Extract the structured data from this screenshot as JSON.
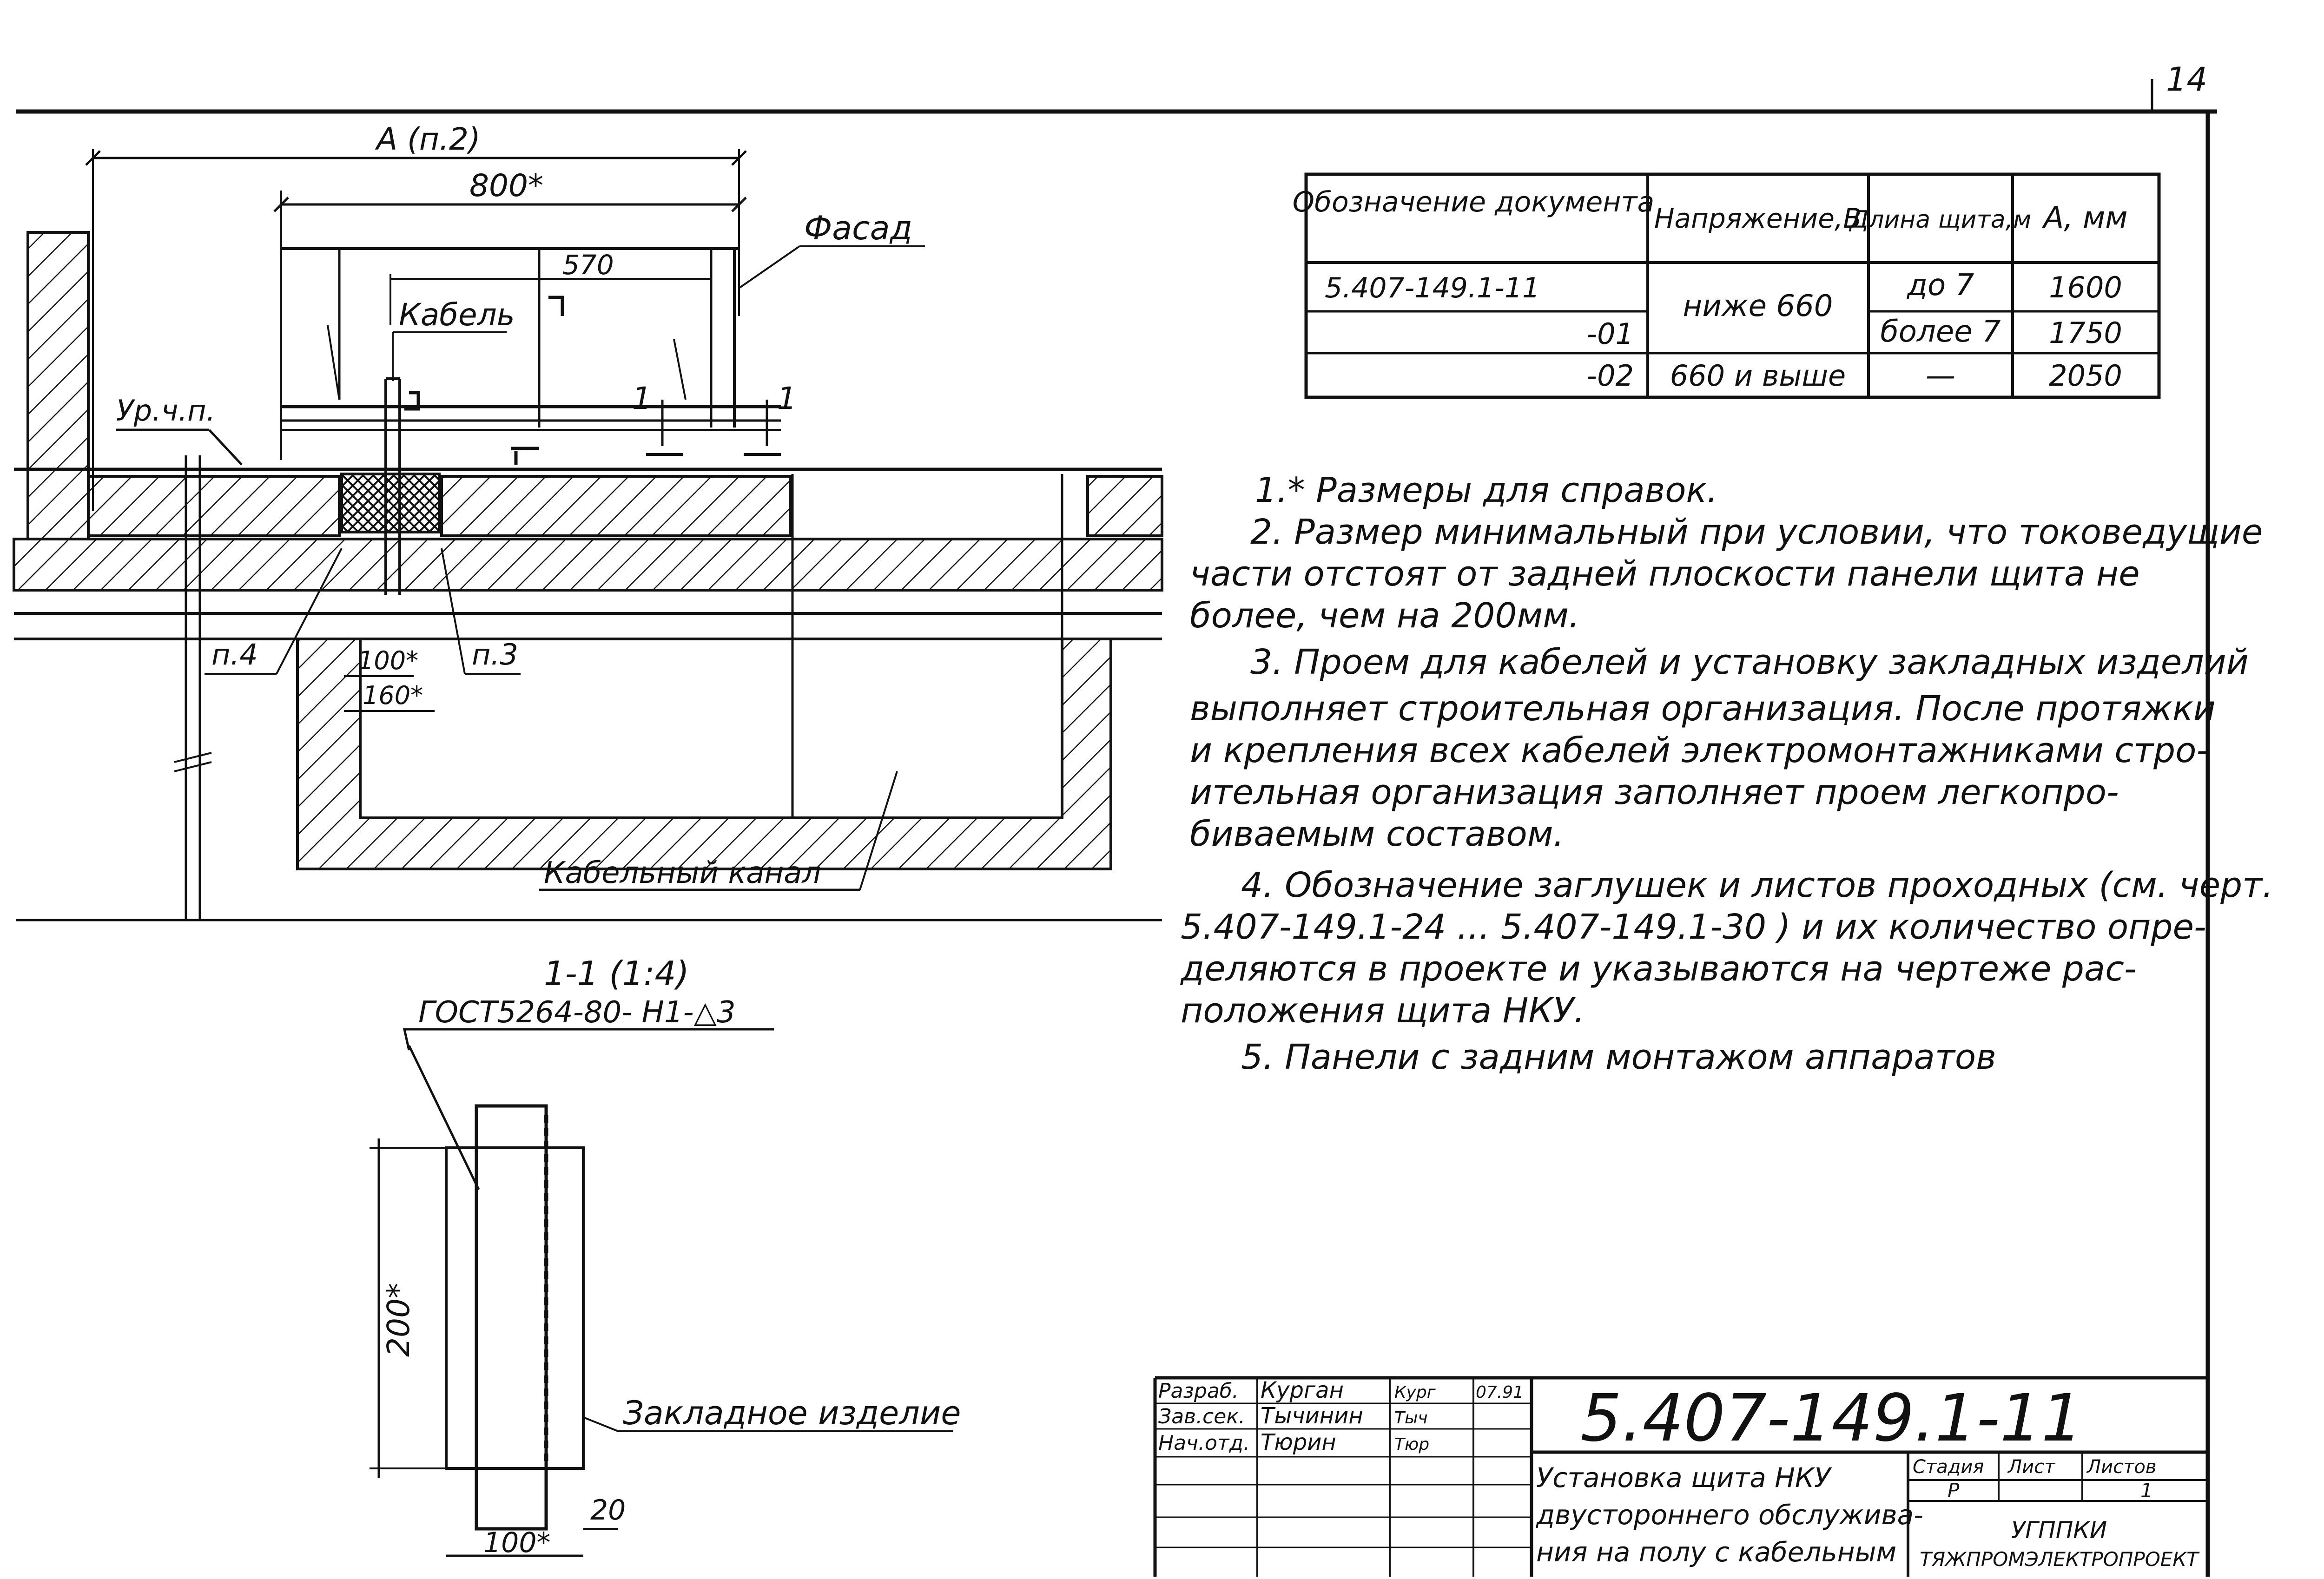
{
  "sheet": {
    "page_number": "14"
  },
  "plan": {
    "dim_a": "A (п.2)",
    "dim_800": "800*",
    "dim_570": "570",
    "label_facade": "Фасад",
    "label_cable": "Кабель",
    "label_floor_level": "Ур.ч.п.",
    "section_mark": "1",
    "label_p4": "п.4",
    "label_p3": "п.3",
    "dim_100": "100*",
    "dim_160": "160*",
    "label_cable_channel": "Кабельный канал"
  },
  "section": {
    "title": "1-1 (1:4)",
    "weld": "ГОСТ5264-80- Н1-△3",
    "dim_200": "200*",
    "label_embedded": "Закладное изделие",
    "dim_20": "20",
    "dim_100": "100*"
  },
  "spec_table": {
    "headers": [
      "Обозначение документа",
      "Напряжение,В",
      "Длина щита,м",
      "А, мм"
    ],
    "rows": [
      [
        "5.407-149.1-11",
        "ниже 660",
        "до 7",
        "1600"
      ],
      [
        "-01",
        "",
        "более 7",
        "1750"
      ],
      [
        "-02",
        "660 и выше",
        "—",
        "2050"
      ]
    ]
  },
  "notes": [
    "1.* Размеры для справок.",
    "2. Размер минимальный при условии, что токоведущие",
    "части отстоят от задней плоскости панели щита не",
    "более, чем на 200мм.",
    "3. Проем для кабелей и установку закладных изделий",
    "выполняет строительная организация. После протяжки",
    "и крепления всех кабелей электромонтажниками стро-",
    "ительная организация заполняет проем легкопро-",
    "биваемым составом.",
    "4. Обозначение заглушек и листов проходных (см. черт.",
    "5.407-149.1-24 ... 5.407-149.1-30 ) и их количество опре-",
    "деляются в проекте и указываются на чертеже рас-",
    "положения щита НКУ.",
    "5. Панели с задним монтажом аппаратов"
  ],
  "title_block": {
    "doc_number": "5.407-149.1-11",
    "roles": [
      {
        "role": "Разраб.",
        "name": "Курган",
        "sign": "Кург",
        "date": "07.91"
      },
      {
        "role": "Зав.сек.",
        "name": "Тычинин",
        "sign": "Тыч",
        "date": ""
      },
      {
        "role": "Нач.отд.",
        "name": "Тюрин",
        "sign": "Тюр",
        "date": ""
      }
    ],
    "title_lines": [
      "Установка щита НКУ",
      "двустороннего обслужива-",
      "ния на полу с кабельным"
    ],
    "stage_header": "Стадия",
    "sheet_header": "Лист",
    "sheets_header": "Листов",
    "stage": "Р",
    "sheets_total": "1",
    "org_line1": "УГППКИ",
    "org_line2": "ТЯЖПРОМЭЛЕКТРОПРОЕКТ"
  }
}
